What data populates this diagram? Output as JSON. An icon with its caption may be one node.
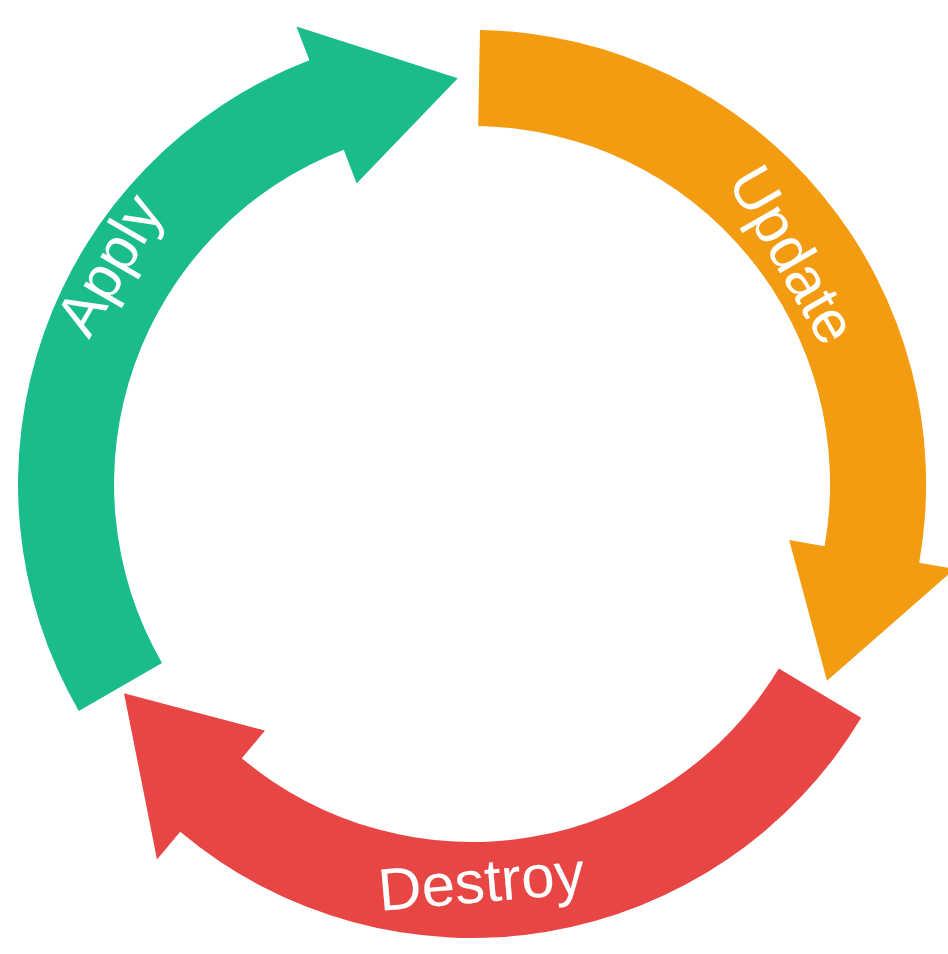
{
  "diagram": {
    "nodes": [
      {
        "text": [
          "Apply"
        ]
      },
      {
        "text": [
          "Update"
        ]
      },
      {
        "text": [
          "Destroy"
        ]
      }
    ]
  }
}
